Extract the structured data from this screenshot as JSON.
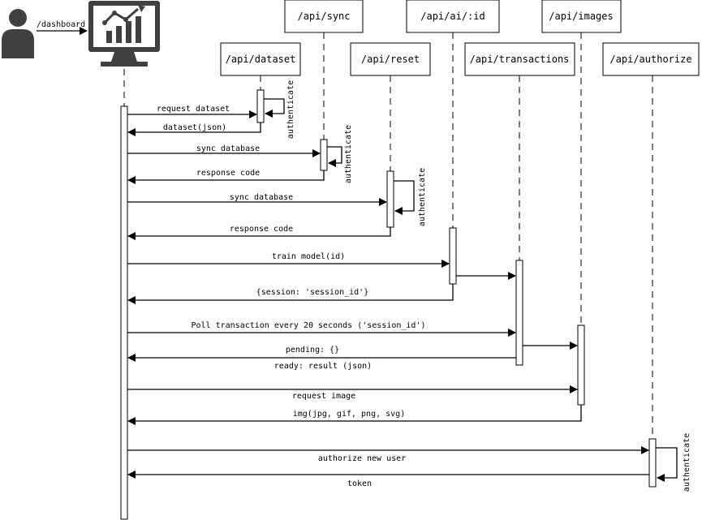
{
  "actor": {
    "label": "/dashboard"
  },
  "endpoints": [
    {
      "id": "dataset",
      "label": "/api/dataset"
    },
    {
      "id": "sync",
      "label": "/api/sync"
    },
    {
      "id": "reset",
      "label": "/api/reset"
    },
    {
      "id": "ai",
      "label": "/api/ai/:id"
    },
    {
      "id": "transactions",
      "label": "/api/transactions"
    },
    {
      "id": "images",
      "label": "/api/images"
    },
    {
      "id": "authorize",
      "label": "/api/authorize"
    }
  ],
  "self_calls": [
    {
      "endpoint": "dataset",
      "label": "authenticate"
    },
    {
      "endpoint": "sync",
      "label": "authenticate"
    },
    {
      "endpoint": "reset",
      "label": "authenticate"
    },
    {
      "endpoint": "authorize",
      "label": "authenticate"
    }
  ],
  "messages": [
    {
      "from": "dashboard",
      "to": "dataset",
      "label": "request dataset"
    },
    {
      "from": "dataset",
      "to": "dashboard",
      "label": "dataset(json)"
    },
    {
      "from": "dashboard",
      "to": "sync",
      "label": "sync database"
    },
    {
      "from": "sync",
      "to": "dashboard",
      "label": "response code"
    },
    {
      "from": "dashboard",
      "to": "reset",
      "label": "sync database"
    },
    {
      "from": "reset",
      "to": "dashboard",
      "label": "response code"
    },
    {
      "from": "dashboard",
      "to": "ai",
      "label": "train model(id)"
    },
    {
      "from": "ai",
      "to": "transactions",
      "label": ""
    },
    {
      "from": "ai",
      "to": "dashboard",
      "label": "{session: 'session_id'}"
    },
    {
      "from": "dashboard",
      "to": "transactions",
      "label": "Poll transaction every 20 seconds ('session_id')"
    },
    {
      "from": "transactions",
      "to": "images",
      "label": ""
    },
    {
      "from": "transactions",
      "to": "dashboard",
      "label": "pending: {}"
    },
    {
      "from": "transactions",
      "to": "dashboard",
      "label": "ready: result (json)"
    },
    {
      "from": "dashboard",
      "to": "images",
      "label": "request image"
    },
    {
      "from": "images",
      "to": "dashboard",
      "label": "img(jpg, gif, png, svg)"
    },
    {
      "from": "dashboard",
      "to": "authorize",
      "label": "authorize new user"
    },
    {
      "from": "authorize",
      "to": "dashboard",
      "label": "token"
    }
  ],
  "colors": {
    "line": "#000000",
    "icon": "#404040",
    "background": "#ffffff"
  }
}
